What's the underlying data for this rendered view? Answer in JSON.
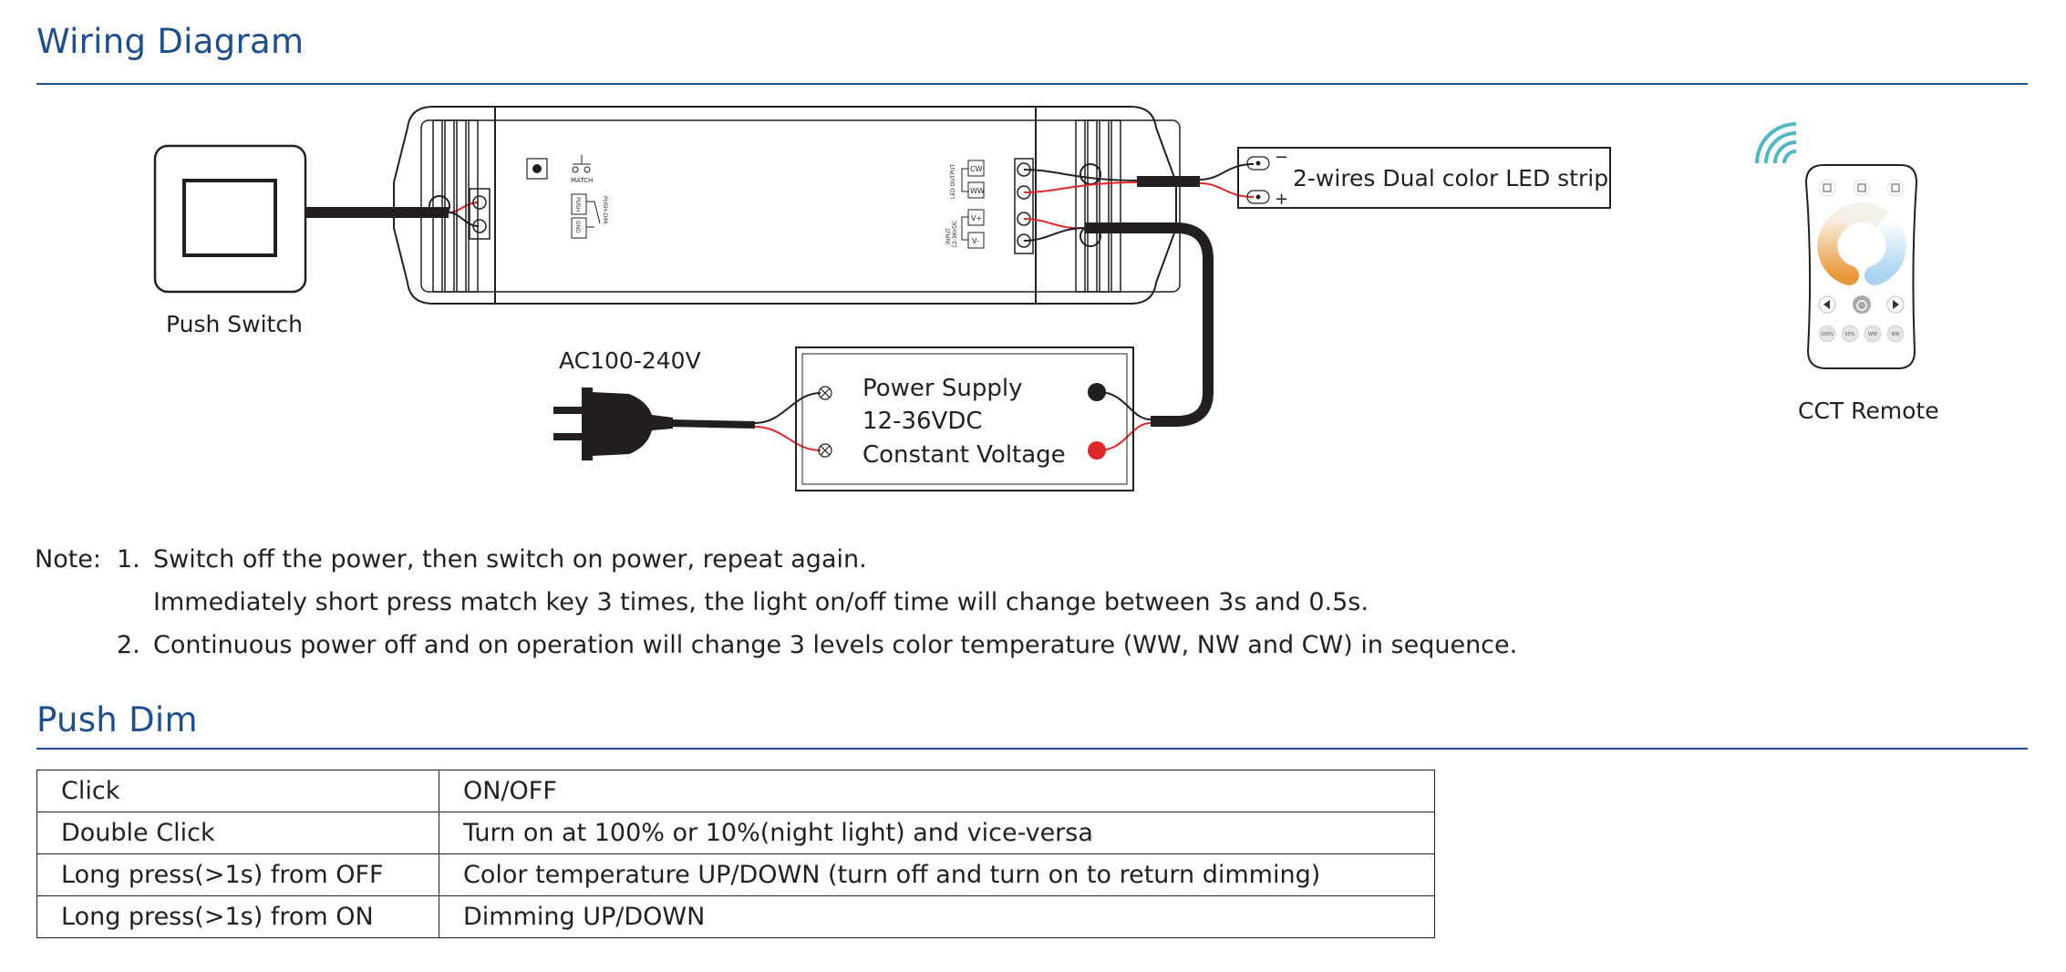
{
  "wiring": {
    "title": "Wiring Diagram",
    "push_switch_label": "Push Switch",
    "controller": {
      "match_label": "MATCH",
      "push_label": "PUSH",
      "gnd_label": "GND",
      "push_dim_label": "PUSH-DIM",
      "led_output_label": "LED OUTPUT",
      "input_label": "INPUT",
      "input_voltage_label": "12-36VDC",
      "terminals": [
        "CW",
        "WW",
        "V+",
        "V-"
      ]
    },
    "led_strip": {
      "label": "2-wires Dual color LED strip",
      "minus": "−",
      "plus": "+"
    },
    "ac_label": "AC100-240V",
    "power_supply": {
      "line1": "Power Supply",
      "line2": "12-36VDC",
      "line3": "Constant Voltage"
    },
    "remote": {
      "label": "CCT Remote",
      "buttons": [
        "100%",
        "50%",
        "WW",
        "NW"
      ],
      "icons": [
        "wifi-signal-icon",
        "save-icon",
        "power-icon",
        "left-arrow-icon",
        "right-arrow-icon"
      ]
    },
    "colors": {
      "heading": "#1f4e8c",
      "red_wire": "#e0272a",
      "wifi": "#4fb8c4",
      "warm": "#e8983a",
      "cool": "#a9d3f0"
    }
  },
  "notes": {
    "prefix": "Note:",
    "n1_num": "1.",
    "n1_line1": "Switch off the power, then switch on power, repeat again.",
    "n1_line2": "Immediately short press match key 3 times, the light on/off time will change between 3s and 0.5s.",
    "n2_num": "2.",
    "n2_line1": "Continuous power off and on operation will change 3 levels color temperature (WW, NW and CW) in sequence."
  },
  "push_dim": {
    "title": "Push Dim",
    "rows": [
      {
        "action": "Click",
        "result": "ON/OFF"
      },
      {
        "action": "Double Click",
        "result": "Turn on at 100% or 10%(night light) and vice-versa"
      },
      {
        "action": "Long press(>1s) from OFF",
        "result": "Color temperature UP/DOWN (turn off and turn on to return dimming)"
      },
      {
        "action": "Long press(>1s) from ON",
        "result": "Dimming UP/DOWN"
      }
    ]
  }
}
